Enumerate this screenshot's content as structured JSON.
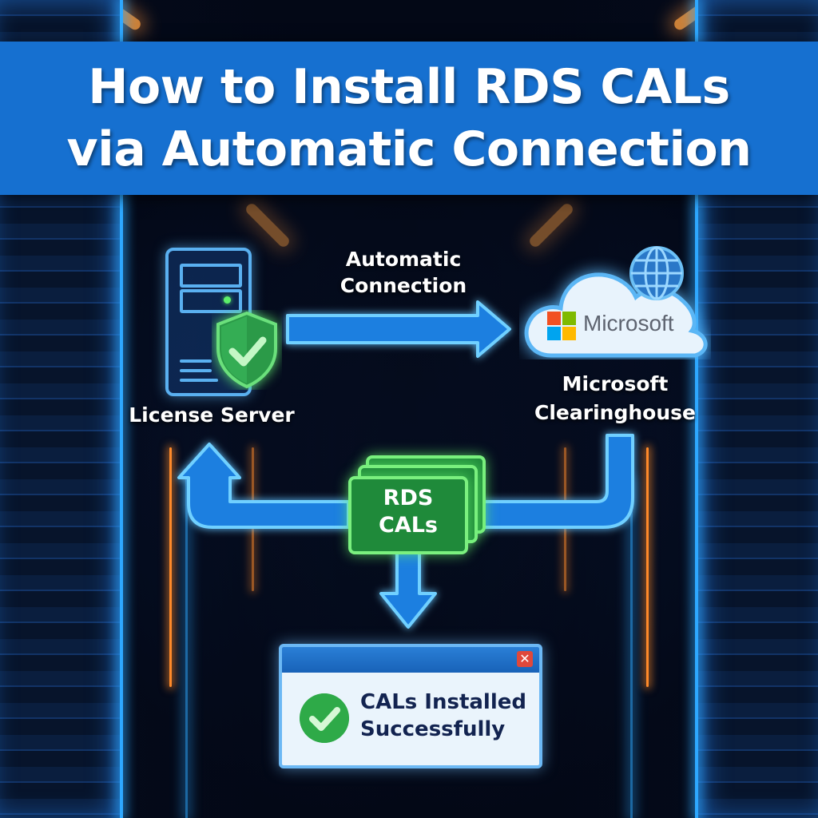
{
  "banner": {
    "title_line1": "How to Install RDS CALs",
    "title_line2": "via Automatic Connection",
    "background_color": "#1670d0"
  },
  "nodes": {
    "license_server": {
      "label": "License Server",
      "icon": "server-icon",
      "badge_icon": "shield-check-icon"
    },
    "clearinghouse": {
      "label_line1": "Microsoft",
      "label_line2": "Clearinghouse",
      "cloud_brand": "Microsoft",
      "icons": [
        "cloud-icon",
        "globe-icon",
        "microsoft-logo-icon"
      ]
    },
    "cals": {
      "label_line1": "RDS",
      "label_line2": "CALs",
      "icon": "license-cards-icon"
    }
  },
  "arrows": {
    "connection": {
      "label_line1": "Automatic",
      "label_line2": "Connection",
      "direction": "license_server -> clearinghouse"
    },
    "return_flow": {
      "direction": "clearinghouse -> cals -> license_server"
    },
    "install": {
      "direction": "cals -> dialog"
    }
  },
  "dialog": {
    "message_line1": "CALs Installed",
    "message_line2": "Successfully",
    "close_icon": "close-icon",
    "status_icon": "check-circle-icon"
  },
  "colors": {
    "arrow_blue": "#3aa8ff",
    "card_green": "#1f8a3a",
    "card_border": "#7bf07f",
    "server_outline": "#5ab0f0",
    "dialog_text": "#122350"
  }
}
